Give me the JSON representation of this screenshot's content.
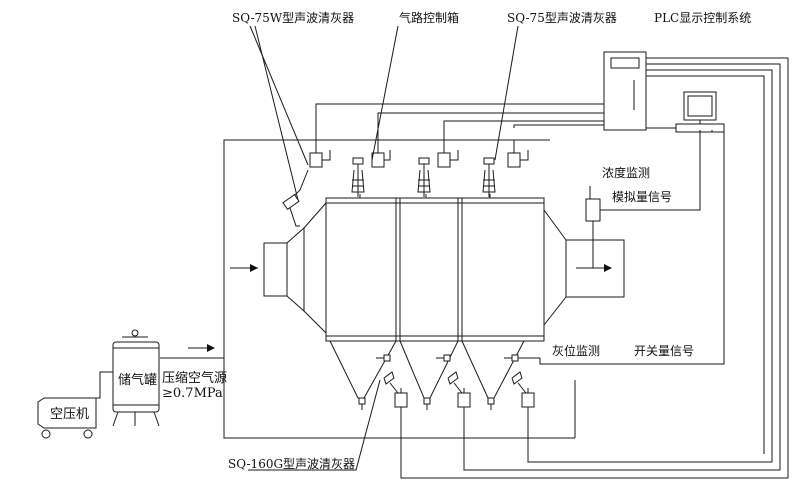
{
  "labels": {
    "sq75w": "SQ-75W型声波清灰器",
    "gas_box": "气路控制箱",
    "sq75": "SQ-75型声波清灰器",
    "plc": "PLC显示控制系统",
    "concentration": "浓度监测",
    "analog": "模拟量信号",
    "level": "灰位监测",
    "switch_signal": "开关量信号",
    "compressed_air": "压缩空气源",
    "pressure": "≥0.7MPa",
    "tank": "储气罐",
    "compressor": "空压机",
    "sq160g": "SQ-160G型声波清灰器"
  }
}
